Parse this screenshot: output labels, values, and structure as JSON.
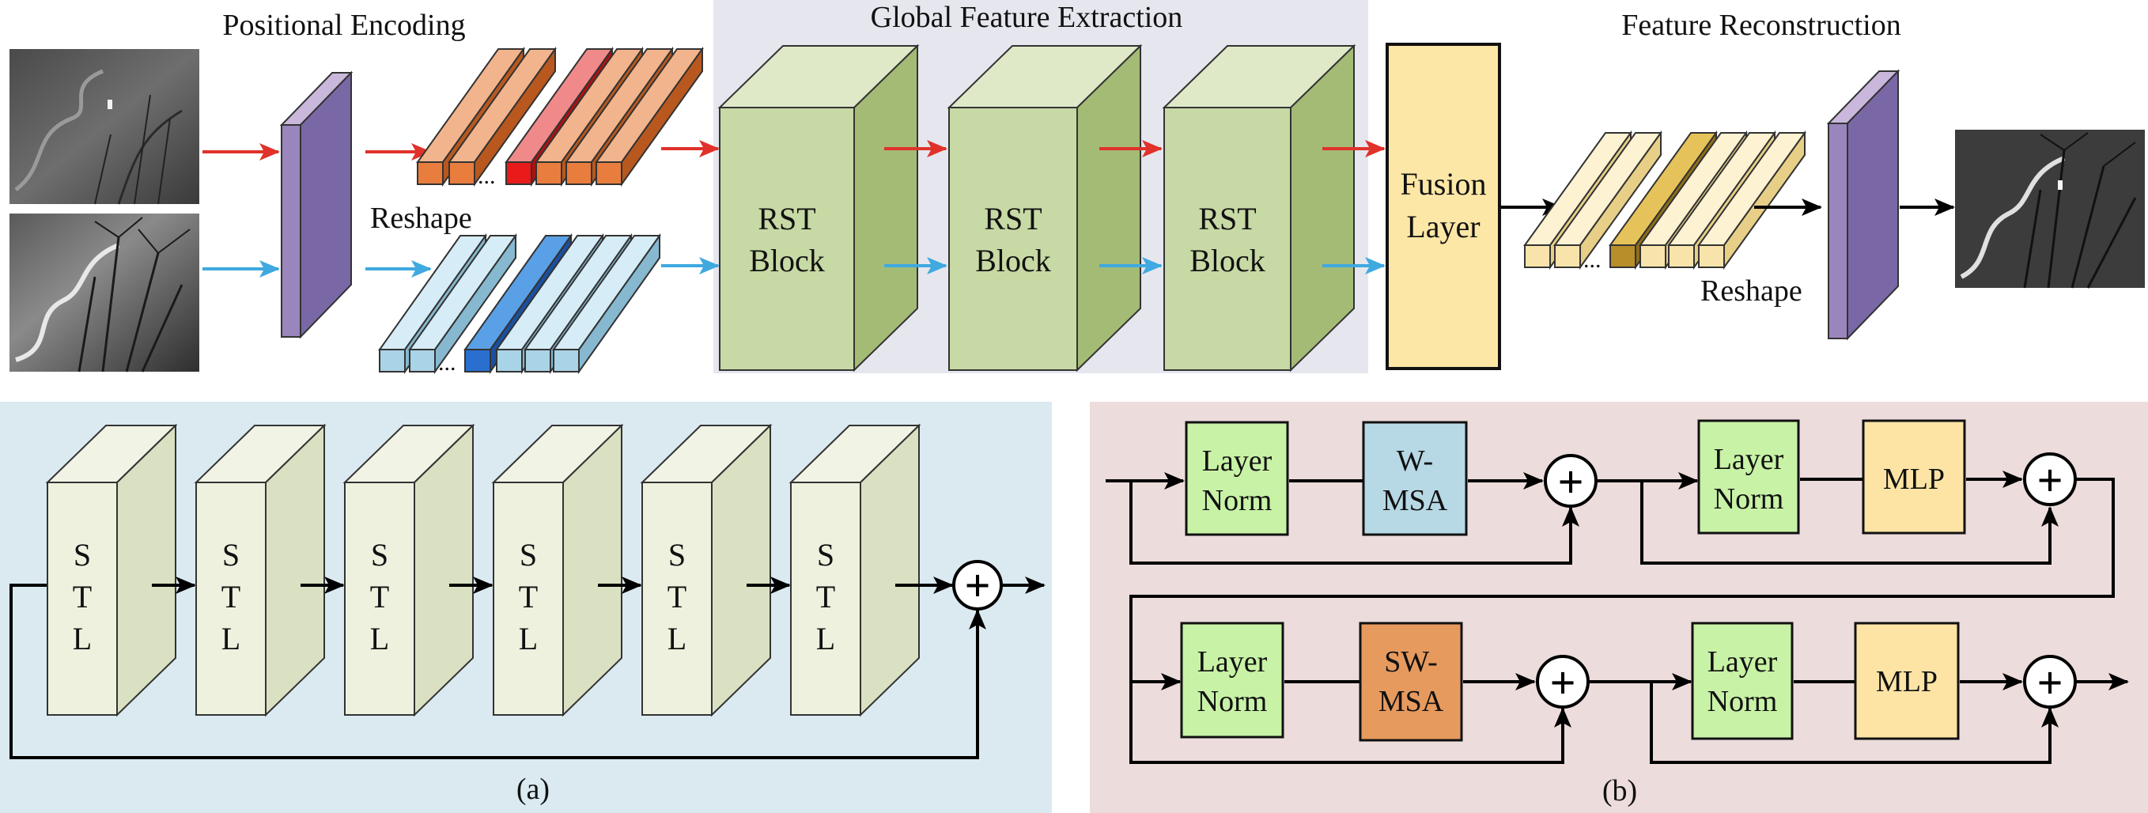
{
  "top": {
    "section_titles": {
      "positional_encoding": "Positional Encoding",
      "global_feature_extraction": "Global Feature Extraction",
      "feature_reconstruction": "Feature Reconstruction"
    },
    "reshape_label_left": "Reshape",
    "reshape_label_right": "Reshape",
    "rst_block": {
      "line1": "RST",
      "line2": "Block"
    },
    "fusion_layer": {
      "line1": "Fusion",
      "line2": "Layer"
    },
    "ellipsis": "..."
  },
  "panel_a": {
    "stl_letters": [
      "S",
      "T",
      "L"
    ],
    "caption": "(a)"
  },
  "panel_b": {
    "layer_norm": {
      "line1": "Layer",
      "line2": "Norm"
    },
    "w_msa": {
      "line1": "W-",
      "line2": "MSA"
    },
    "sw_msa": {
      "line1": "SW-",
      "line2": "MSA"
    },
    "mlp": "MLP",
    "plus": "+",
    "caption": "(b)"
  },
  "colors": {
    "arrow_red": "#e0322a",
    "arrow_blue": "#3fa9e0",
    "panel_a_bg": "#dbeaf1",
    "panel_b_bg": "#ecdcdb",
    "gfe_bg": "#e6e6ee",
    "rst_front": "#c7d9a4",
    "fusion": "#fde7a6",
    "layer_norm": "#c8f2a6",
    "w_msa": "#b7d9e5",
    "sw_msa": "#e79a5e",
    "mlp": "#fde4a5"
  }
}
